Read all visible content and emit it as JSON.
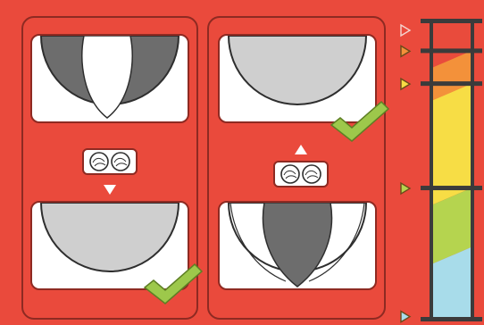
{
  "puzzle": {
    "left_panel": {
      "top_card": {
        "shading": "dark-band-outer",
        "state": "before"
      },
      "bottom_card": {
        "shading": "solid-light",
        "state": "after",
        "checked": true
      },
      "arrow_direction": "down",
      "tool": "rollers"
    },
    "right_panel": {
      "top_card": {
        "shading": "solid-light",
        "state": "after",
        "checked": true
      },
      "bottom_card": {
        "shading": "dark-band-inner",
        "state": "before"
      },
      "arrow_direction": "up",
      "tool": "rollers"
    }
  },
  "meter": {
    "segments": [
      {
        "color": "#e94b3c"
      },
      {
        "color": "#f3913a"
      },
      {
        "color": "#f7dd45"
      },
      {
        "color": "#b5d44f"
      },
      {
        "color": "#a8dcea"
      }
    ],
    "markers": [
      {
        "level": 0.03,
        "color": "#e94b3c",
        "filled": false
      },
      {
        "level": 0.1,
        "color": "#f3913a",
        "filled": true
      },
      {
        "level": 0.21,
        "color": "#f7dd45",
        "filled": true
      },
      {
        "level": 0.56,
        "color": "#b5d44f",
        "filled": true
      },
      {
        "level": 0.99,
        "color": "#a8dcea",
        "filled": true
      }
    ]
  },
  "colors": {
    "background": "#ea4a3c",
    "outline": "#8e2a22",
    "shade_dark": "#6d6d6d",
    "shade_light": "#cfcfcf",
    "check": "#9dc84b"
  }
}
